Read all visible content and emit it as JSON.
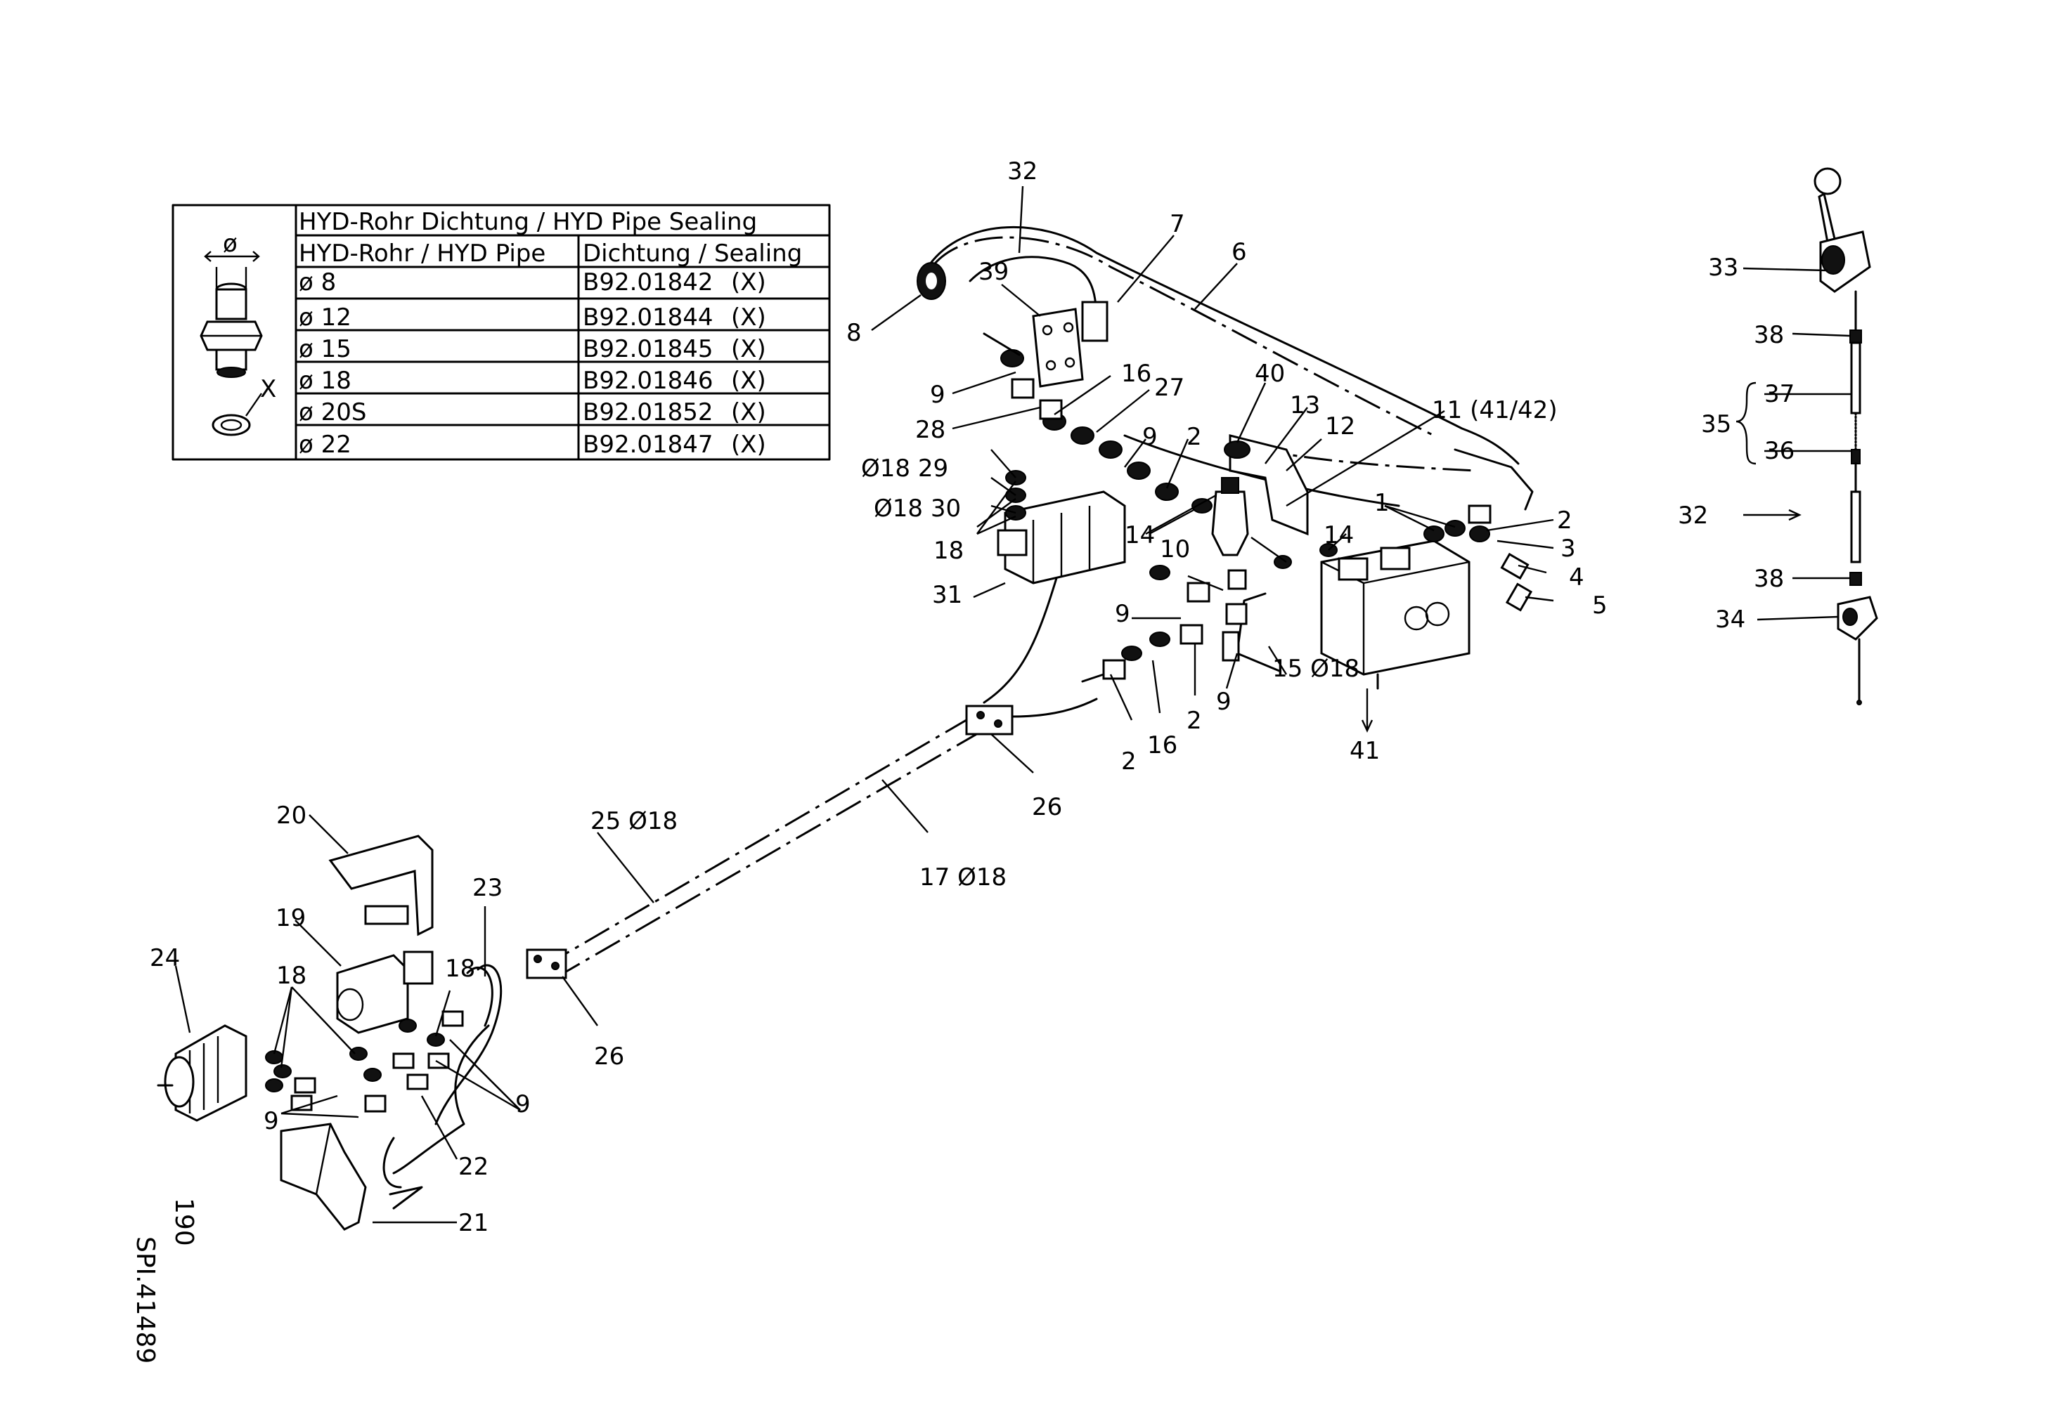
{
  "sealing_table": {
    "title": "HYD-Rohr Dichtung / HYD Pipe Sealing",
    "col_pipe": "HYD-Rohr / HYD Pipe",
    "col_seal": "Dichtung / Sealing",
    "diameter_symbol": "ø",
    "seal_label": "X",
    "rows": [
      {
        "pipe": "ø 8",
        "seal": "B92.01842",
        "mark": "(X)"
      },
      {
        "pipe": "ø 12",
        "seal": "B92.01844",
        "mark": "(X)"
      },
      {
        "pipe": "ø 15",
        "seal": "B92.01845",
        "mark": "(X)"
      },
      {
        "pipe": "ø 18",
        "seal": "B92.01846",
        "mark": "(X)"
      },
      {
        "pipe": "ø 20S",
        "seal": "B92.01852",
        "mark": "(X)"
      },
      {
        "pipe": "ø 22",
        "seal": "B92.01847",
        "mark": "(X)"
      }
    ]
  },
  "callouts": {
    "c1": "1",
    "c2a": "2",
    "c2b": "2",
    "c2c": "2",
    "c2d": "2",
    "c3": "3",
    "c4": "4",
    "c5": "5",
    "c6": "6",
    "c7": "7",
    "c8": "8",
    "c9a": "9",
    "c9b": "9",
    "c9c": "9",
    "c9d": "9",
    "c9e": "9",
    "c9f": "9",
    "c10": "10",
    "c11": "11 (41/42)",
    "c12": "12",
    "c13": "13",
    "c14a": "14",
    "c14b": "14",
    "c15": "15 Ø18",
    "c16a": "16",
    "c16b": "16",
    "c17": "17 Ø18",
    "c18a": "18",
    "c18b": "18",
    "c18c": "18",
    "c19": "19",
    "c20": "20",
    "c21": "21",
    "c22": "22",
    "c23": "23",
    "c24": "24",
    "c25": "25 Ø18",
    "c26a": "26",
    "c26b": "26",
    "c27": "27",
    "c28": "28",
    "c29": "Ø18 29",
    "c30": "Ø18 30",
    "c31": "31",
    "c32a": "32",
    "c32b": "32",
    "c33": "33",
    "c34": "34",
    "c35": "35",
    "c36": "36",
    "c37": "37",
    "c38a": "38",
    "c38b": "38",
    "c39": "39",
    "c40": "40",
    "c41": "41"
  },
  "drawing_ref": {
    "code": "SPI.41489",
    "page": "190"
  }
}
